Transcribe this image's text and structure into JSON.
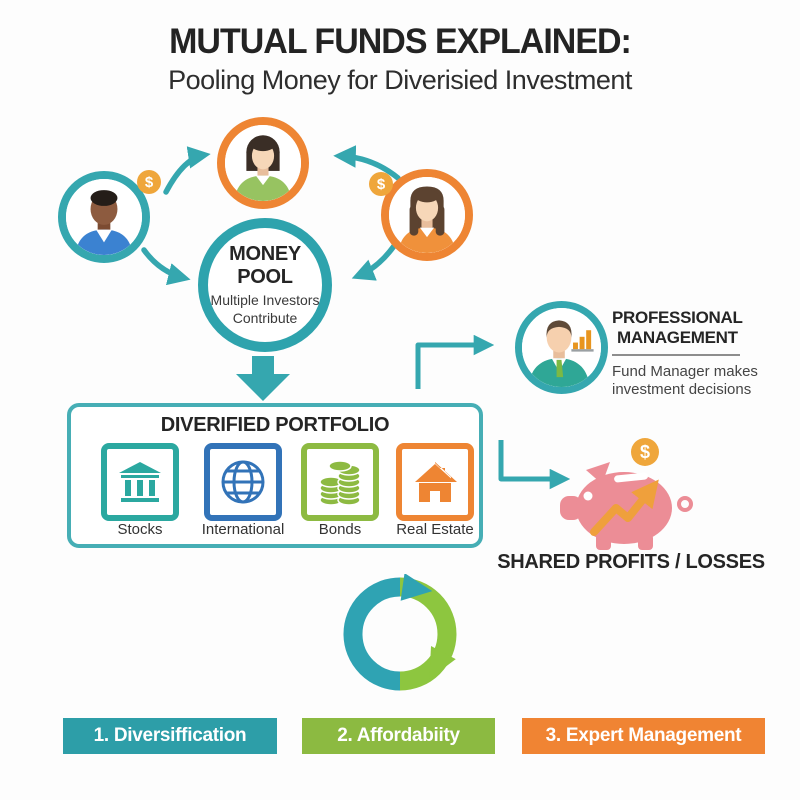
{
  "header": {
    "title": "MUTUAL FUNDS EXPLAINED:",
    "subtitle": "Pooling Money for Diverisied Investment"
  },
  "investors": {
    "left": {
      "icon": "male-investor-avatar",
      "ring_color": "#35A7AF"
    },
    "top": {
      "icon": "female-investor-avatar",
      "ring_color": "#EE8533"
    },
    "right": {
      "icon": "female-investor-avatar",
      "ring_color": "#EE8533"
    },
    "coin_symbol": "$"
  },
  "money_pool": {
    "title": "MONEY POOL",
    "subtitle_line1": "Multiple Investors",
    "subtitle_line2": "Contribute"
  },
  "portfolio": {
    "title": "DIVERIFIED PORTFOLIO",
    "items": [
      {
        "label": "Stocks",
        "icon": "bank-icon",
        "color": "#2BA8A0"
      },
      {
        "label": "International",
        "icon": "globe-icon",
        "color": "#3273B8"
      },
      {
        "label": "Bonds",
        "icon": "coins-icon",
        "color": "#8DBA42"
      },
      {
        "label": "Real Estate",
        "icon": "house-icon",
        "color": "#EE8533"
      }
    ]
  },
  "management": {
    "icon": "fund-manager-avatar",
    "title_line1": "PROFESSIONAL",
    "title_line2": "MANAGEMENT",
    "desc_line1": "Fund Manager makes",
    "desc_line2": "investment decisions"
  },
  "profits": {
    "icon": "piggy-bank-icon",
    "coin_symbol": "$",
    "label": "SHARED PROFITS / LOSSES"
  },
  "cycle": {
    "icon": "cycle-arrows-icon",
    "teal": "#2FA3B3",
    "green": "#8DC63F"
  },
  "benefits": [
    {
      "label": "1. Diversiffication",
      "color": "#2D9EA8"
    },
    {
      "label": "2. Affordabiity",
      "color": "#8CBA41"
    },
    {
      "label": "3. Expert Management",
      "color": "#F08433"
    }
  ],
  "colors": {
    "teal": "#35A7AF",
    "orange": "#EE8533",
    "green": "#8DBA42",
    "blue": "#3B82D1",
    "pink": "#EC8D96",
    "coin": "#EFA63B",
    "text_dark": "#252525",
    "text_gray": "#454545"
  }
}
